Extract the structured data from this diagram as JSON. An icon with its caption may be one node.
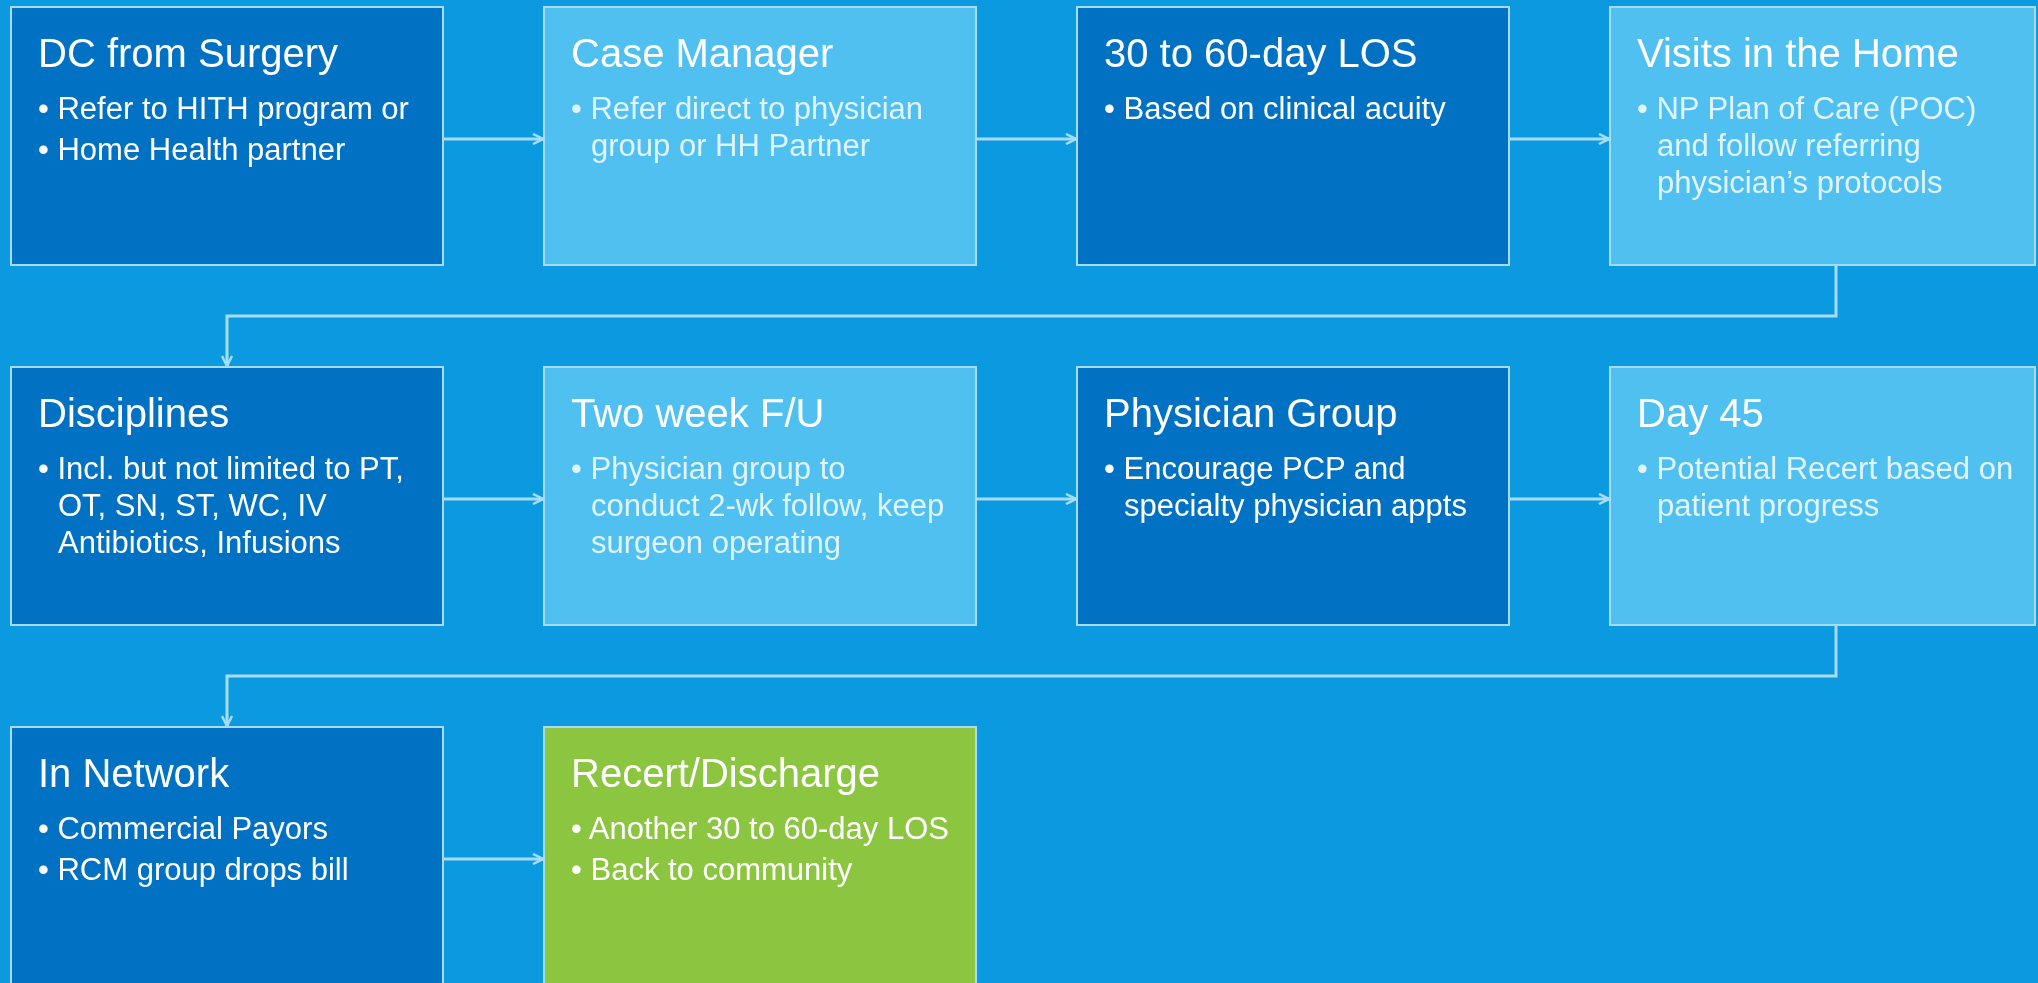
{
  "diagram": {
    "nodes": [
      {
        "text": [
          "DC from Surgery",
          "• Refer to HITH program or",
          "• Home Health partner"
        ]
      },
      {
        "text": [
          "Case Manager",
          "• Refer direct to physician group or HH Partner"
        ]
      },
      {
        "text": [
          "30 to 60-day LOS",
          "• Based on clinical acuity"
        ]
      },
      {
        "text": [
          "Visits in the Home",
          "• NP Plan of Care (POC) and follow referring physician’s protocols"
        ]
      },
      {
        "text": [
          "Disciplines",
          "• Incl. but not limited to PT, OT, SN, ST, WC, IV Antibiotics, Infusions"
        ]
      },
      {
        "text": [
          "Two week F/U",
          "• Physician group to conduct 2-wk follow, keep surgeon operating"
        ]
      },
      {
        "text": [
          "Physician Group",
          "• Encourage PCP and specialty physician appts"
        ]
      },
      {
        "text": [
          "Day 45",
          "• Potential Recert based on patient progress"
        ]
      },
      {
        "text": [
          "In Network",
          "• Commercial Payors",
          "• RCM group drops bill"
        ]
      },
      {
        "text": [
          "Recert/Discharge",
          "• Another 30 to 60-day LOS",
          "• Back to community"
        ]
      }
    ],
    "edges": [
      {
        "from": 0,
        "to": 1,
        "arrow": "to"
      },
      {
        "from": 1,
        "to": 2,
        "arrow": "to"
      },
      {
        "from": 2,
        "to": 3,
        "arrow": "to"
      },
      {
        "from": 3,
        "to": 4,
        "arrow": "to"
      },
      {
        "from": 4,
        "to": 5,
        "arrow": "to"
      },
      {
        "from": 5,
        "to": 6,
        "arrow": "to"
      },
      {
        "from": 6,
        "to": 7,
        "arrow": "to"
      },
      {
        "from": 7,
        "to": 8,
        "arrow": "to"
      },
      {
        "from": 8,
        "to": 9,
        "arrow": "to"
      }
    ]
  }
}
